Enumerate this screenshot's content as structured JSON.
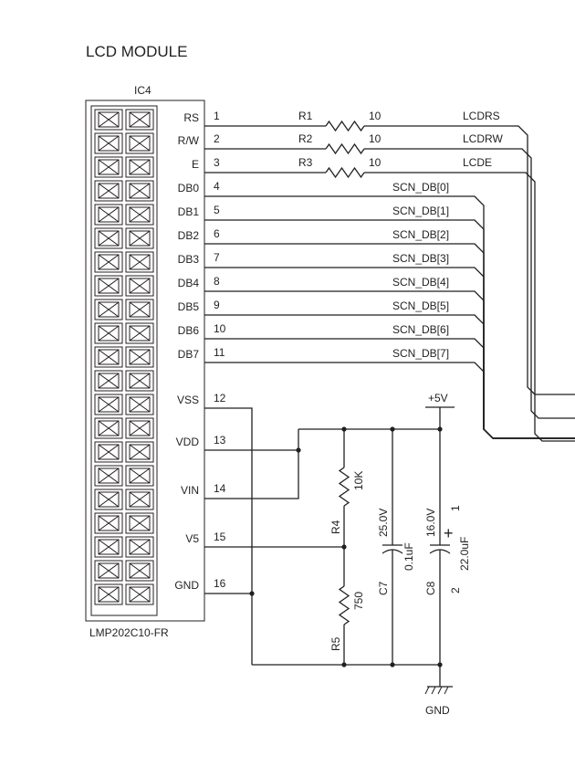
{
  "title": "LCD MODULE",
  "ic": {
    "refdes": "IC4",
    "part": "LMP202C10-FR",
    "pins": [
      {
        "num": "1",
        "name": "RS"
      },
      {
        "num": "2",
        "name": "R/W"
      },
      {
        "num": "3",
        "name": "E"
      },
      {
        "num": "4",
        "name": "DB0"
      },
      {
        "num": "5",
        "name": "DB1"
      },
      {
        "num": "6",
        "name": "DB2"
      },
      {
        "num": "7",
        "name": "DB3"
      },
      {
        "num": "8",
        "name": "DB4"
      },
      {
        "num": "9",
        "name": "DB5"
      },
      {
        "num": "10",
        "name": "DB6"
      },
      {
        "num": "11",
        "name": "DB7"
      },
      {
        "num": "12",
        "name": "VSS"
      },
      {
        "num": "13",
        "name": "VDD"
      },
      {
        "num": "14",
        "name": "VIN"
      },
      {
        "num": "15",
        "name": "V5"
      },
      {
        "num": "16",
        "name": "GND"
      }
    ]
  },
  "series_resistors": [
    {
      "refdes": "R1",
      "value": "10",
      "net": "LCDRS"
    },
    {
      "refdes": "R2",
      "value": "10",
      "net": "LCDRW"
    },
    {
      "refdes": "R3",
      "value": "10",
      "net": "LCDE"
    }
  ],
  "data_nets": [
    "SCN_DB[0]",
    "SCN_DB[1]",
    "SCN_DB[2]",
    "SCN_DB[3]",
    "SCN_DB[4]",
    "SCN_DB[5]",
    "SCN_DB[6]",
    "SCN_DB[7]"
  ],
  "r4": {
    "refdes": "R4",
    "value": "10K"
  },
  "r5": {
    "refdes": "R5",
    "value": "750"
  },
  "c7": {
    "refdes": "C7",
    "voltage": "25.0V",
    "value": "0.1uF"
  },
  "c8": {
    "refdes": "C8",
    "voltage": "16.0V",
    "value": "22.0uF",
    "pin1": "1",
    "pin2": "2",
    "polarity": "+"
  },
  "power": {
    "label": "+5V"
  },
  "ground": {
    "label": "GND"
  }
}
